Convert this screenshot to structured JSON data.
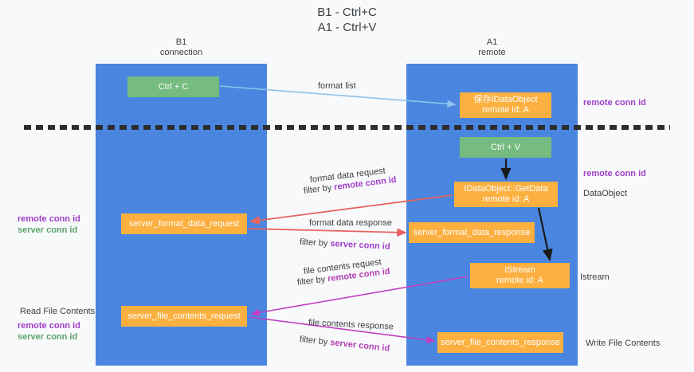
{
  "title": {
    "line1": "B1 - Ctrl+C",
    "line2": "A1 - Ctrl+V"
  },
  "columns": [
    {
      "name": "B1",
      "sub": "connection",
      "header": "B1\nconnection",
      "line1": "B1",
      "line2": "connection"
    },
    {
      "name": "A1",
      "sub": "remote",
      "header": "A1\nremote",
      "line1": "A1",
      "line2": "remote"
    }
  ],
  "colors": {
    "lane_blue": "#4a86e0",
    "node_green": "#76bb7f",
    "node_orange": "#fbb040",
    "arrow_lightblue": "#8ec3ec",
    "arrow_red": "#e8635f",
    "arrow_magenta": "#c03fc0",
    "arrow_black": "#1a1a1a",
    "highlight_purple": "#a03fc8",
    "highlight_green": "#5aa469",
    "divider_dash": "#2d2d2d",
    "background": "#f8f9fa"
  },
  "nodes": {
    "ctrl_c": {
      "label": "Ctrl + C",
      "style": "green"
    },
    "idataobject": {
      "line1": "保存IDataObject",
      "line2": "remote id: A",
      "style": "orange"
    },
    "ctrl_v": {
      "label": "Ctrl + V",
      "style": "green"
    },
    "getdata": {
      "line1": "IDataObject::GetData",
      "line2": "remote id: A",
      "style": "orange"
    },
    "server_format_data_request": {
      "label": "server_format_data_request",
      "style": "orange"
    },
    "server_format_data_response": {
      "label": "server_format_data_response",
      "style": "orange"
    },
    "istream": {
      "line1": "IStream",
      "line2": "remote id: A",
      "style": "orange"
    },
    "server_file_contents_request": {
      "label": "server_file_contents_request",
      "style": "orange"
    },
    "server_file_contents_response": {
      "label": "server_file_contents_response",
      "style": "orange"
    }
  },
  "edge_labels": {
    "format_list": "format list",
    "format_data_request": "format data request",
    "format_data_request_filter_prefix": "filter by ",
    "format_data_request_filter_key": "remote conn id",
    "format_data_response": "format data response",
    "format_data_response_filter_prefix": "filter by ",
    "format_data_response_filter_key": "server conn id",
    "file_contents_request": "file contents request",
    "file_contents_request_filter_prefix": "filter by ",
    "file_contents_request_filter_key": "remote conn id",
    "file_contents_response": "file contents response",
    "file_contents_response_filter_prefix": "filter by ",
    "file_contents_response_filter_key": "server conn id"
  },
  "annotations": {
    "right_remote_conn_id_top": "remote conn id",
    "right_remote_conn_id_mid": "remote conn id",
    "right_dataobject": "DataObject",
    "right_istream": "Istream",
    "right_write_file_contents": "Write File Contents",
    "left_remote_conn_id_mid": "remote conn id",
    "left_server_conn_id_mid": "server conn id",
    "left_read_file_contents": "Read File Contents",
    "left_remote_conn_id_bottom": "remote conn id",
    "left_server_conn_id_bottom": "server conn id"
  }
}
